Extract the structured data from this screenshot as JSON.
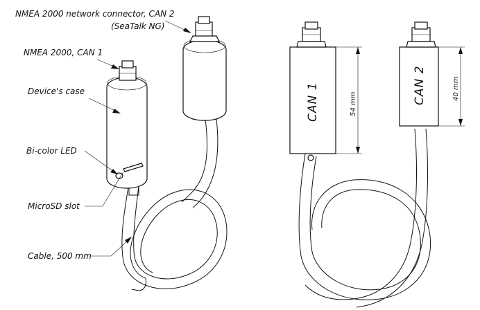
{
  "labels": {
    "connector_can2_line1": "NMEA 2000 network connector, CAN 2",
    "connector_can2_line2": "(SeaTalk NG)",
    "connector_can1": "NMEA 2000, CAN 1",
    "device_case": "Device's case",
    "bicolor_led": "Bi-color LED",
    "microsd_slot": "MicroSD slot",
    "cable": "Cable, 500 mm"
  },
  "right_view": {
    "can1_label": "CAN 1",
    "can2_label": "CAN 2",
    "can1_dimension": "54 mm",
    "can2_dimension": "40 mm"
  }
}
